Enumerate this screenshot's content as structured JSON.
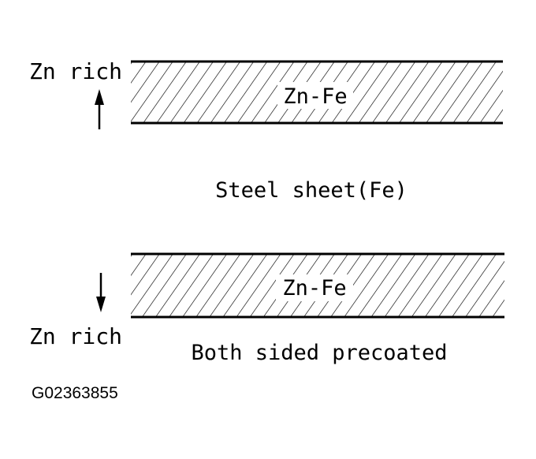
{
  "diagram": {
    "top_layer": {
      "label": "Zn-Fe",
      "side_label": "Zn rich",
      "arrow_direction": "up"
    },
    "substrate_label": "Steel sheet(Fe)",
    "bottom_layer": {
      "label": "Zn-Fe",
      "side_label": "Zn rich",
      "arrow_direction": "down"
    },
    "caption": "Both sided precoated",
    "figure_id": "G02363855"
  },
  "colors": {
    "ink": "#000000",
    "background": "#ffffff"
  }
}
